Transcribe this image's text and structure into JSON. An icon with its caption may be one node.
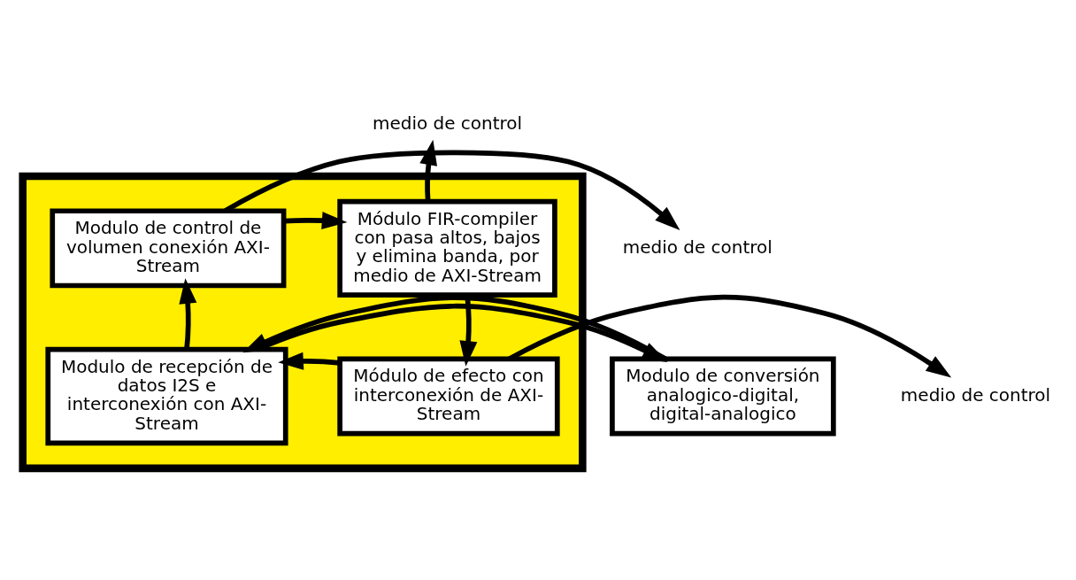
{
  "diagram": {
    "nodes": [
      {
        "text": [],
        "shape": "box"
      },
      {
        "text": [
          "Modulo de control de volumen conexión AXI-Stream"
        ],
        "in": 0
      },
      {
        "text": [
          "Módulo FIR-compiler con pasa altos, bajos y elimina banda, por medio de AXI-Stream"
        ],
        "in": 0
      },
      {
        "text": [
          "Modulo de recepción de datos I2S e interconexión con AXI-Stream"
        ],
        "in": 0
      },
      {
        "text": [
          "Módulo de efecto con interconexión de AXI-Stream"
        ],
        "in": 0
      },
      {
        "text": [
          "Modulo de conversión analogico-digital, digital-analogico"
        ]
      },
      {
        "text": [
          "medio de control"
        ]
      },
      {
        "text": [
          "medio de control"
        ]
      },
      {
        "text": [
          "medio de control"
        ]
      }
    ],
    "edges": [
      {
        "from": 1,
        "to": 7,
        "arrow": "to"
      },
      {
        "from": 1,
        "to": 2,
        "arrow": "to"
      },
      {
        "from": 2,
        "to": 6,
        "arrow": "to"
      },
      {
        "from": 2,
        "to": 4,
        "arrow": "to"
      },
      {
        "from": 4,
        "to": 8,
        "arrow": "to"
      },
      {
        "from": 4,
        "to": 3,
        "arrow": "to"
      },
      {
        "from": 3,
        "to": 1,
        "arrow": "to"
      },
      {
        "from": 3,
        "to": 5,
        "arrow": "to"
      },
      {
        "from": 5,
        "to": 3,
        "arrow": "to"
      }
    ]
  }
}
